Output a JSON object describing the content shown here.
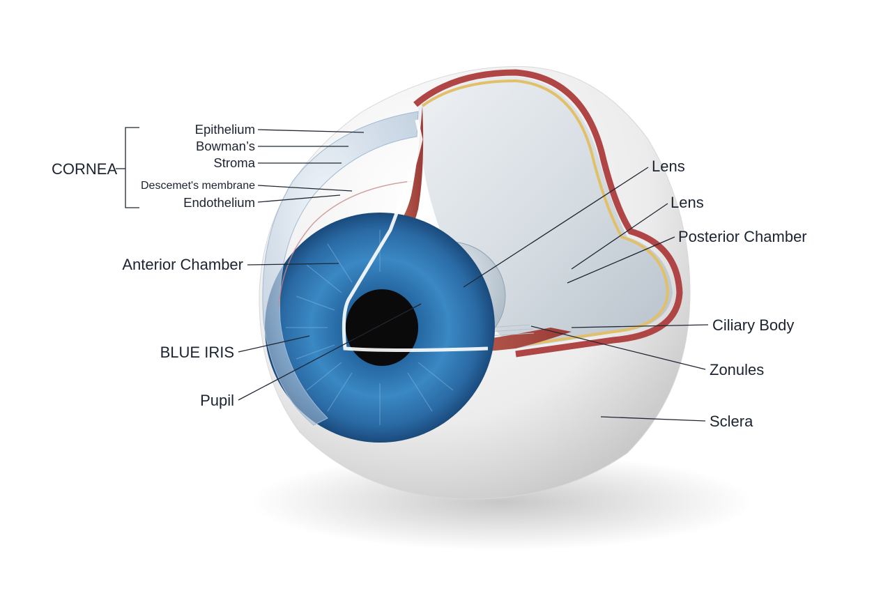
{
  "labels": {
    "cornea": "CORNEA",
    "epithelium": "Epithelium",
    "bowmans": "Bowman’s",
    "stroma": "Stroma",
    "descemets": "Descemet's membrane",
    "endothelium": "Endothelium",
    "anterior_chamber": "Anterior Chamber",
    "blue_iris": "BLUE IRIS",
    "pupil": "Pupil",
    "lens_1": "Lens",
    "lens_2": "Lens",
    "posterior_chamber": "Posterior Chamber",
    "ciliary_body": "Ciliary Body",
    "zonules": "Zonules",
    "sclera": "Sclera"
  },
  "colors": {
    "sclera": "#f1f1f1",
    "iris": "#2f78b3",
    "pupil": "#0a0a0a",
    "choroid": "#b04545",
    "retina": "#e2c06a",
    "vitreous": "#dfe5ea"
  }
}
